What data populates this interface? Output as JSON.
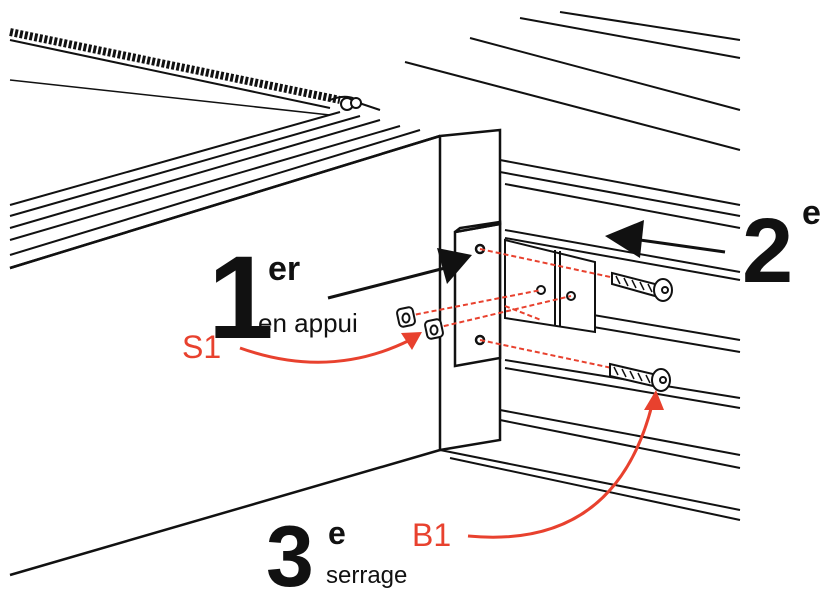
{
  "steps": {
    "step1": {
      "number": "1",
      "suffix": "er",
      "caption": "en appui"
    },
    "step2": {
      "number": "2",
      "suffix": "e"
    },
    "step3": {
      "number": "3",
      "suffix": "e",
      "caption": "serrage"
    }
  },
  "parts": {
    "s1": "S1",
    "b1": "B1"
  },
  "colors": {
    "ink": "#111111",
    "accent": "#e8412e",
    "background": "#ffffff"
  }
}
